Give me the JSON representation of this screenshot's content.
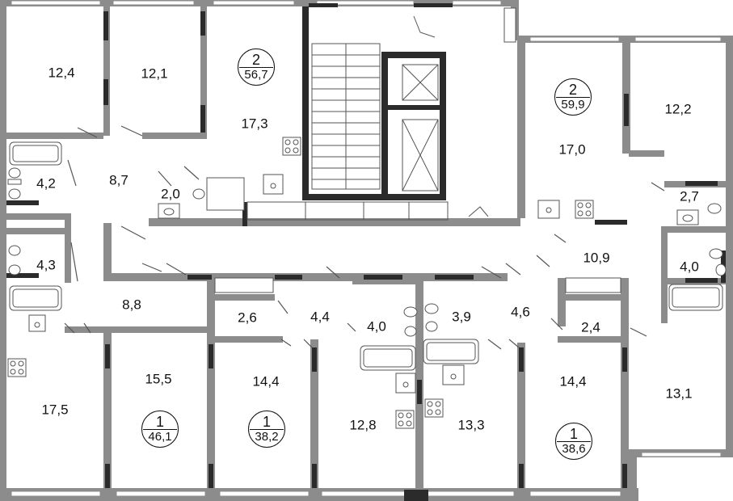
{
  "rooms": [
    {
      "id": "r1",
      "value": "12,4"
    },
    {
      "id": "r2",
      "value": "12,1"
    },
    {
      "id": "r3",
      "value": "17,3"
    },
    {
      "id": "r4",
      "value": "4,2"
    },
    {
      "id": "r5",
      "value": "8,7"
    },
    {
      "id": "r6",
      "value": "2,0"
    },
    {
      "id": "r7",
      "value": "4,3"
    },
    {
      "id": "r8",
      "value": "8,8"
    },
    {
      "id": "r9",
      "value": "17,5"
    },
    {
      "id": "r10",
      "value": "15,5"
    },
    {
      "id": "r11",
      "value": "2,6"
    },
    {
      "id": "r12",
      "value": "4,4"
    },
    {
      "id": "r13",
      "value": "14,4"
    },
    {
      "id": "r14",
      "value": "4,0"
    },
    {
      "id": "r15",
      "value": "12,8"
    },
    {
      "id": "r16",
      "value": "3,9"
    },
    {
      "id": "r17",
      "value": "13,3"
    },
    {
      "id": "r18",
      "value": "4,6"
    },
    {
      "id": "r19",
      "value": "2,4"
    },
    {
      "id": "r20",
      "value": "14,4"
    },
    {
      "id": "r21",
      "value": "12,2"
    },
    {
      "id": "r22",
      "value": "17,0"
    },
    {
      "id": "r23",
      "value": "2,7"
    },
    {
      "id": "r24",
      "value": "10,9"
    },
    {
      "id": "r25",
      "value": "4,0"
    },
    {
      "id": "r26",
      "value": "13,1"
    }
  ],
  "apartments": [
    {
      "id": "a1",
      "rooms": "2",
      "area": "56,7"
    },
    {
      "id": "a2",
      "rooms": "2",
      "area": "59,9"
    },
    {
      "id": "a3",
      "rooms": "1",
      "area": "46,1"
    },
    {
      "id": "a4",
      "rooms": "1",
      "area": "38,2"
    },
    {
      "id": "a5",
      "rooms": "1",
      "area": "38,6"
    }
  ],
  "colors": {
    "wall": "#8c8c8c",
    "wall_dark": "#2b2b2b",
    "line": "#555555",
    "background": "#ffffff"
  }
}
